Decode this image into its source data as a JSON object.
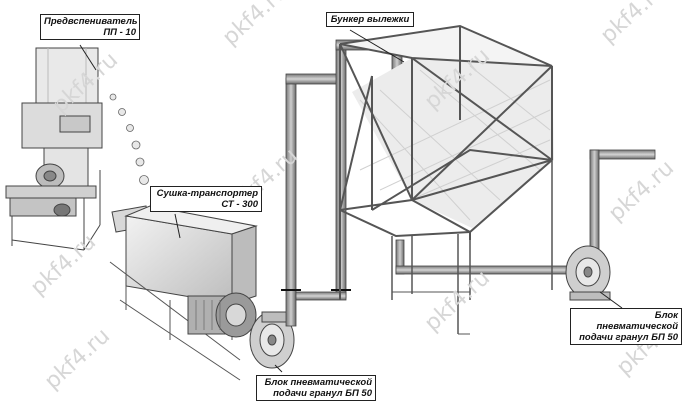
{
  "labels": {
    "pre_expander": {
      "line1": "Предвспениватель",
      "line2": "ПП - 10"
    },
    "bunker": {
      "line1": "Бункер  вылежки"
    },
    "dryer": {
      "line1": "Сушка-транспортер",
      "line2": "СТ - 300"
    },
    "pneumatic_left": {
      "line1": "Блок пневматической",
      "line2": "подачи гранул БП 50"
    },
    "pneumatic_right": {
      "line1": "Блок пневматической",
      "line2": "подачи гранул БП 50"
    }
  },
  "watermark": "pkf4.ru"
}
